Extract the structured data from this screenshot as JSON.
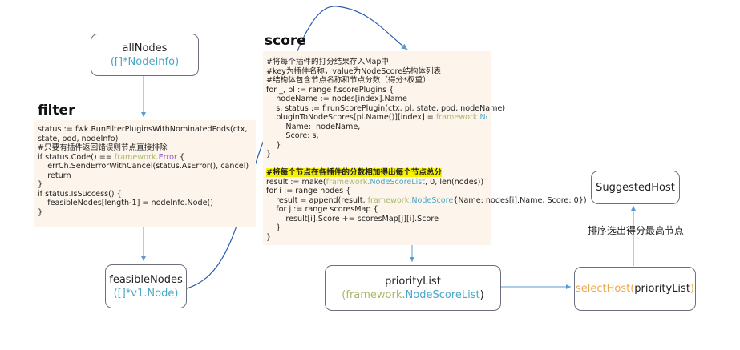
{
  "nodes": {
    "all_nodes": {
      "name": "allNodes",
      "open": "(",
      "type_prefix": "[]*",
      "type": "NodeInfo",
      "close": ")"
    },
    "feasible_nodes": {
      "name": "feasibleNodes",
      "open": "(",
      "type_prefix": "[]*v1.",
      "type": "Node",
      "close": ")"
    },
    "priority_list": {
      "name": "priorityList",
      "open": "(",
      "pkg": "framework",
      "dot": ".",
      "type": "NodeScoreList",
      "close": ")"
    },
    "select_host": {
      "fn": "selectHost(",
      "arg": "priorityList",
      "close": ")"
    },
    "suggested_host": {
      "name": "SuggestedHost"
    }
  },
  "filter": {
    "title": "filter",
    "lines": [
      "status := fwk.RunFilterPluginsWithNominatedPods(ctx,",
      "state, pod, nodeInfo)",
      "#只要有插件返回错误则节点直接排除"
    ],
    "if_code_pre": "if status.Code() == ",
    "if_code_pkg": "framework",
    "if_code_dot": ".",
    "if_code_type": "Error",
    "if_code_post": " {",
    "lines2": [
      "    errCh.SendErrorWithCancel(status.AsError(), cancel)",
      "    return",
      "}",
      "if status.IsSuccess() {",
      "    feasibleNodes[length-1] = nodeInfo.Node()",
      "}"
    ]
  },
  "score": {
    "title": "score",
    "lines": [
      "#将每个插件的打分结果存入Map中",
      "#key为插件名称，value为NodeScore结构体列表",
      "#结构体包含节点名称和节点分数（得分*权重）",
      "for _, pl := range f.scorePlugins {",
      "    nodeName := nodes[index].Name",
      "    s, status := f.runScorePlugin(ctx, pl, state, pod, nodeName)"
    ],
    "assign_pre": "    pluginToNodeScores[pl.Name()][index] = ",
    "assign_pkg": "framework",
    "assign_type": ".NodeScore",
    "assign_post": "{",
    "lines2": [
      "        Name:  nodeName,",
      "        Score: s,",
      "    }",
      "}"
    ],
    "highlight": "#将每个节点在各插件的分数相加得出每个节点总分",
    "result_pre": "result := make(",
    "result_pkg": "framework",
    "result_type": ".NodeScoreList",
    "result_post": ", 0, len(nodes))",
    "for_line": "for i := range nodes {",
    "append_pre": "    result = append(result, ",
    "append_pkg": "framework",
    "append_type": ".NodeScore",
    "append_post": "{Name: nodes[i].Name, Score: 0})",
    "lines3": [
      "    for j := range scoresMap {",
      "        result[i].Score += scoresMap[j][i].Score",
      "    }",
      "}"
    ]
  },
  "sort_label": "排序选出得分最高节点",
  "colors": {
    "framework": "#a8b86a",
    "type": "#4aa8c6",
    "error": "#8e5cc4",
    "fn": "#e9a84c",
    "arrow": "#5b9bd5",
    "highlight": "#f7f200",
    "code_bg": "#fdf5ec"
  }
}
